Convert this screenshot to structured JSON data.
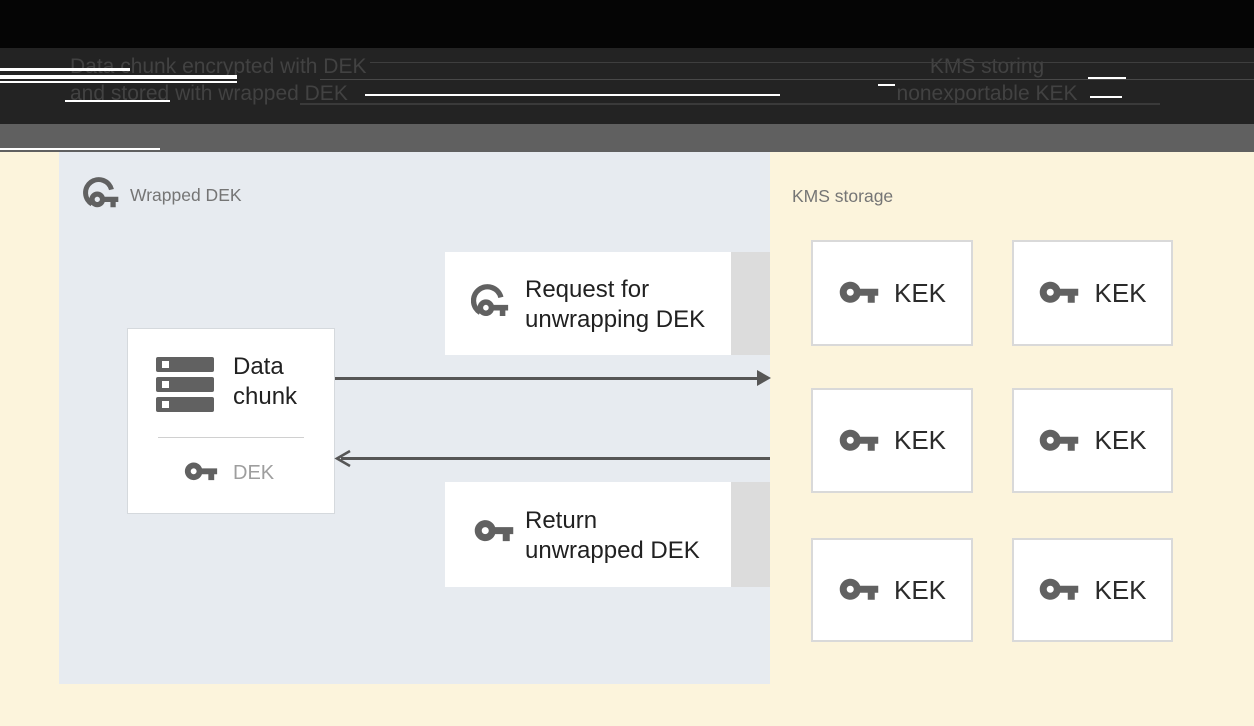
{
  "header": {
    "caption_left": {
      "line1": "Data chunk encrypted with DEK",
      "line2": "and stored with wrapped DEK"
    },
    "caption_right": {
      "line1": "KMS storing",
      "line2": "nonexportable KEK"
    }
  },
  "diagram": {
    "wrapped_dek_panel": {
      "label": "Wrapped DEK",
      "data_chunk_box": {
        "title_line1": "Data",
        "title_line2": "chunk",
        "key_label": "DEK"
      },
      "request_box": {
        "line1": "Request for",
        "line2": "unwrapping DEK"
      },
      "return_box": {
        "line1": "Return",
        "line2": "unwrapped DEK"
      }
    },
    "kms_panel": {
      "label": "KMS storage",
      "kek_boxes": [
        "KEK",
        "KEK",
        "KEK",
        "KEK",
        "KEK",
        "KEK"
      ]
    },
    "icons": {
      "wrapped_key": "key glyph with wrapping arc",
      "key": "material vpn-key glyph",
      "data_chunk": "stacked storage bars"
    }
  },
  "colors": {
    "header_bg": "#232323",
    "header_top_bg": "#050505",
    "header_text": "#424242",
    "subheader_bg": "#606060",
    "page_bg": "#fcf4dc",
    "panel_bg": "#e7ebf0",
    "box_white": "#ffffff",
    "box_tab_gray": "#dcdcdc",
    "icon_gray": "#616161",
    "text_dark": "#212121",
    "text_muted": "#757575",
    "dek_text_gray": "#9e9e9e",
    "arrow_gray": "#565656"
  }
}
